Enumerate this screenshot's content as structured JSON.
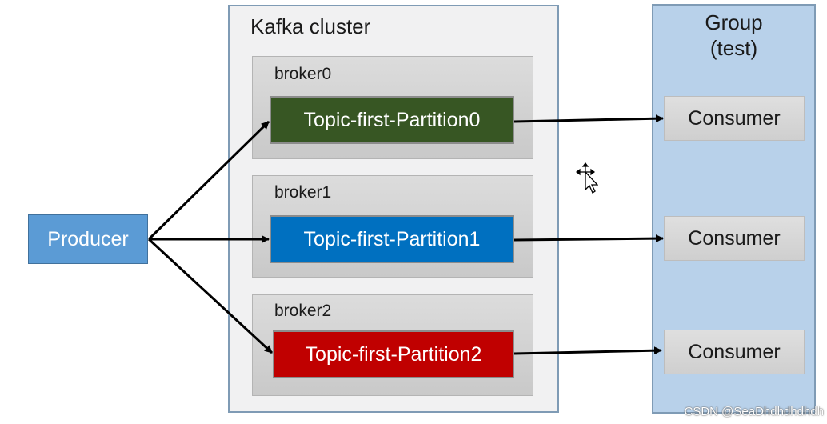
{
  "cluster": {
    "title": "Kafka cluster",
    "brokers": [
      {
        "label": "broker0",
        "partition": "Topic-first-Partition0",
        "color": "#375623"
      },
      {
        "label": "broker1",
        "partition": "Topic-first-Partition1",
        "color": "#0070c0"
      },
      {
        "label": "broker2",
        "partition": "Topic-first-Partition2",
        "color": "#c00000"
      }
    ]
  },
  "producer": {
    "label": "Producer",
    "color": "#5b9bd5"
  },
  "group": {
    "title_line1": "Group",
    "title_line2": "(test)",
    "consumers": [
      {
        "label": "Consumer"
      },
      {
        "label": "Consumer"
      },
      {
        "label": "Consumer"
      }
    ]
  },
  "cursor": {
    "icon": "move-cursor-icon"
  },
  "watermark": "CSDN @SeaDhdhdhdhdh"
}
